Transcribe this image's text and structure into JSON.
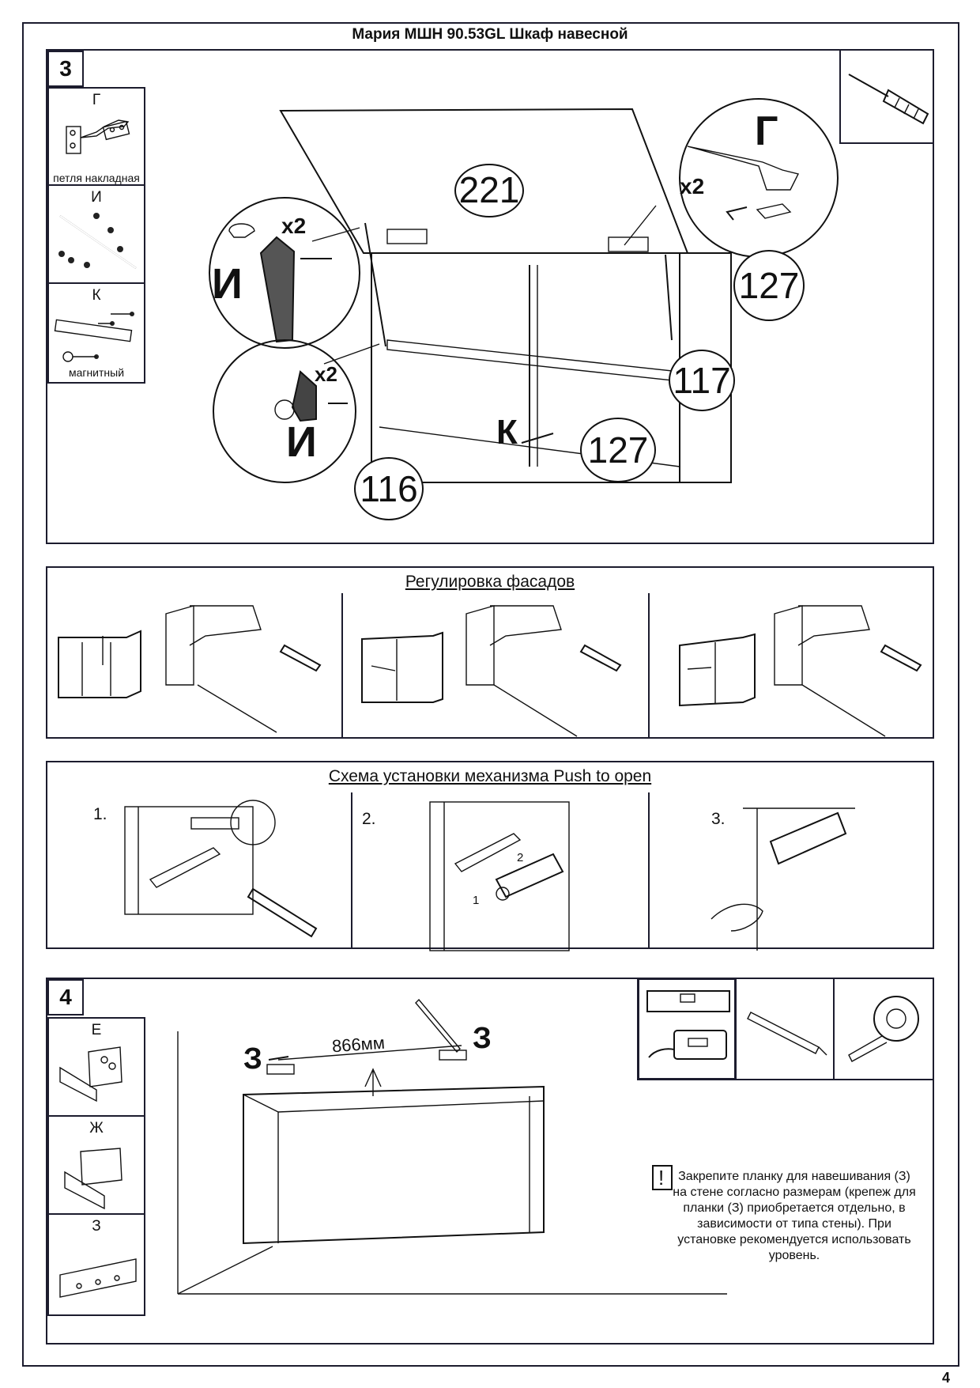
{
  "header": {
    "title": "Мария МШН 90.53GL Шкаф навесной"
  },
  "step3": {
    "number": "3",
    "parts": [
      {
        "letter": "Г",
        "caption": "петля накладная",
        "icon": "hinge-icon"
      },
      {
        "letter": "И",
        "caption": "",
        "icon": "gas-lift-icon"
      },
      {
        "letter": "К",
        "caption": "магнитный",
        "icon": "magnetic-latch-icon"
      }
    ],
    "tool": "screwdriver-icon",
    "callouts": {
      "p221": "221",
      "p127_top": "127",
      "p117": "117",
      "p127_bottom": "127",
      "p116": "116"
    },
    "detail_labels": {
      "g": "Г",
      "i_top": "И",
      "i_bottom": "И",
      "k": "К",
      "x2_g": "x2",
      "x2_i_top": "x2",
      "x2_i_bottom": "x2"
    }
  },
  "adjust": {
    "title": "Регулировка фасадов",
    "panels": [
      "vertical-adjust",
      "horizontal-adjust",
      "depth-adjust"
    ]
  },
  "push": {
    "title": "Схема установки механизма Push to open",
    "steps": [
      {
        "num": "1."
      },
      {
        "num": "2.",
        "arrow1": "1",
        "arrow2": "2"
      },
      {
        "num": "3."
      }
    ]
  },
  "step4": {
    "number": "4",
    "parts": [
      {
        "letter": "Е",
        "icon": "bracket-e-icon"
      },
      {
        "letter": "Ж",
        "icon": "bracket-zh-icon"
      },
      {
        "letter": "З",
        "icon": "rail-z-icon"
      }
    ],
    "tools": [
      "level-icon",
      "pencil-icon",
      "tape-measure-icon"
    ],
    "dimension": "866мм",
    "rail_label_left": "З",
    "rail_label_right": "З",
    "warning_mark": "!",
    "note": "Закрепите  планку для навешивания (З) на стене согласно размерам (крепеж для планки (З) приобретается отдельно, в зависимости от типа стены). При установке рекомендуется использовать уровень."
  },
  "footer": {
    "page_number": "4"
  }
}
